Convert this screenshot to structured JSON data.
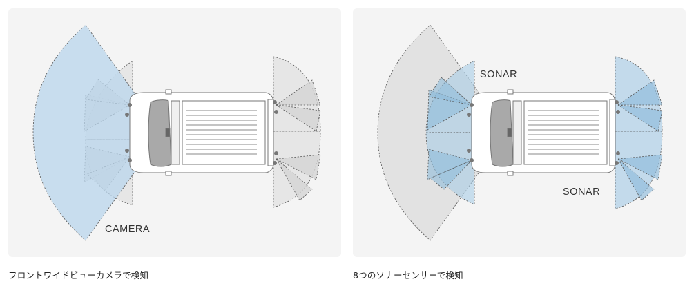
{
  "panels": [
    {
      "label": "CAMERA",
      "caption": "フロントワイドビューカメラで検知"
    },
    {
      "labels": [
        "SONAR",
        "SONAR"
      ],
      "caption": "8つのソナーセンサーで検知"
    }
  ],
  "colors": {
    "panel_bg": "#f4f4f4",
    "camera_fill": "#b9d6ec",
    "sonar_fill": "#a9cde6",
    "zone_grey": "#dedede"
  }
}
